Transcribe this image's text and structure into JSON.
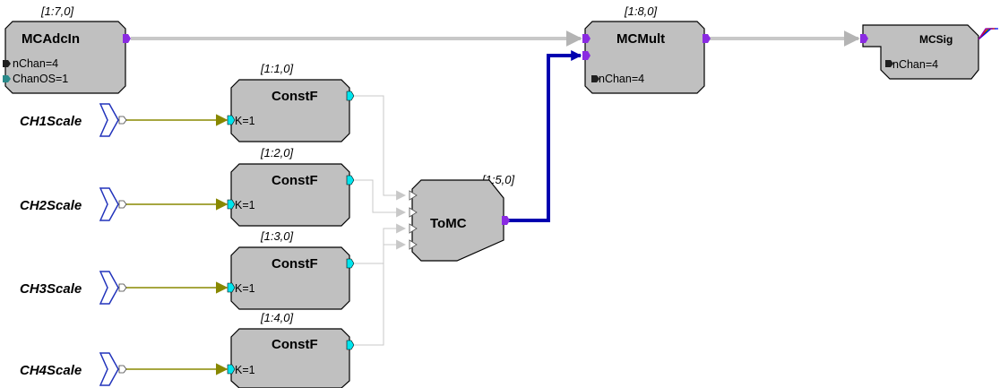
{
  "blocks": {
    "mcadcin": {
      "index": "[1:7,0]",
      "title": "MCAdcIn",
      "params": [
        "nChan=4",
        "ChanOS=1"
      ]
    },
    "mcmult": {
      "index": "[1:8,0]",
      "title": "MCMult",
      "params": [
        "nChan=4"
      ]
    },
    "mcsig": {
      "title": "MCSig",
      "params": [
        "nChan=4"
      ]
    },
    "tomc": {
      "index": "[1:5,0]",
      "title": "ToMC"
    },
    "constf": [
      {
        "index": "[1:1,0]",
        "title": "ConstF",
        "param": "K=1"
      },
      {
        "index": "[1:2,0]",
        "title": "ConstF",
        "param": "K=1"
      },
      {
        "index": "[1:3,0]",
        "title": "ConstF",
        "param": "K=1"
      },
      {
        "index": "[1:4,0]",
        "title": "ConstF",
        "param": "K=1"
      }
    ]
  },
  "externals": [
    "CH1Scale",
    "CH2Scale",
    "CH3Scale",
    "CH4Scale"
  ],
  "colors": {
    "block_fill": "#c0c0c0",
    "multichannel_wire": "#c8c8c8",
    "scalar_wire": "#888800",
    "bold_wire": "#0000b0",
    "light_wire": "#c8c8c8",
    "port_mc": "#8a2be2",
    "port_float": "#00e5ee",
    "port_int": "#202020",
    "port_teal": "#2a8a8a",
    "external_border": "#2233bb"
  }
}
